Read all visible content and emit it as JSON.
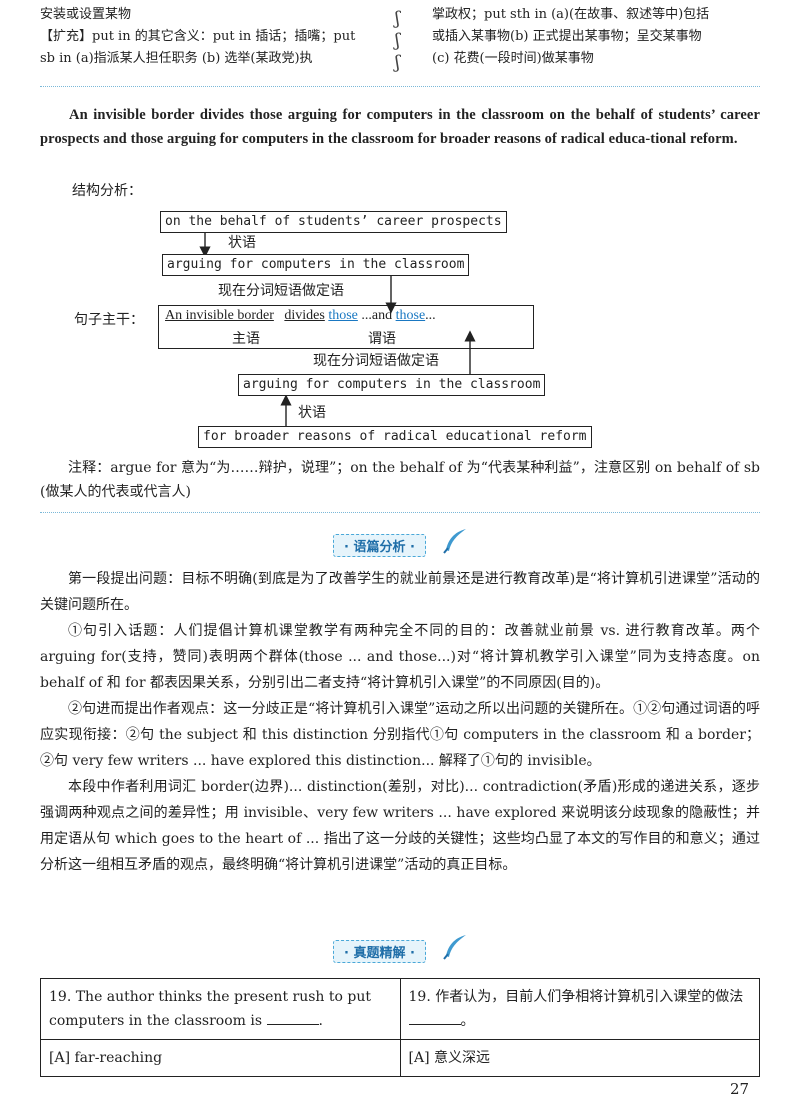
{
  "top": {
    "left_lines": [
      "安装或设置某物",
      "【扩充】put in 的其它含义：put in 插话；插嘴；put",
      "sb in (a)指派某人担任职务 (b) 选举(某政党)执"
    ],
    "right_lines": [
      "掌政权；put sth in (a)(在故事、叙述等中)包括",
      "或插入某事物(b) 正式提出某事物；呈交某事物",
      "(c) 花费(一段时间)做某事物"
    ]
  },
  "sentence": "An invisible border divides those arguing for computers in the classroom on the behalf of students’ career prospects and those arguing for computers in the classroom for broader reasons of radical educa-tional reform.",
  "structure_title": "结构分析：",
  "diagram": {
    "box1": "on the behalf of students’ career prospects",
    "label1": "状语",
    "box2": "arguing for computers in the classroom",
    "label2": "现在分词短语做定语",
    "main_label": "句子主干：",
    "main_subject": "An invisible border",
    "main_verb": "divides",
    "main_those1": "those",
    "main_mid": "...and",
    "main_those2": "those",
    "main_end": "...",
    "subj_label": "主语",
    "pred_label": "谓语",
    "label3": "现在分词短语做定语",
    "box3": "arguing for computers in the classroom",
    "label4": "状语",
    "box4": "for broader reasons of radical educational reform"
  },
  "note": "注释：argue for 意为“为……辩护，说理”；on the behalf of 为“代表某种利益”，注意区别 on behalf of sb (做某人的代表或代言人)",
  "badge1": "· 语篇分析 ·",
  "analysis": [
    "第一段提出问题：目标不明确(到底是为了改善学生的就业前景还是进行教育改革)是“将计算机引进课堂”活动的关键问题所在。",
    "①句引入话题：人们提倡计算机课堂教学有两种完全不同的目的：改善就业前景 vs. 进行教育改革。两个 arguing for(支持，赞同)表明两个群体(those ... and those...)对“将计算机教学引入课堂”同为支持态度。on behalf of 和 for 都表因果关系，分别引出二者支持“将计算机引入课堂”的不同原因(目的)。",
    "②句进而提出作者观点：这一分歧正是“将计算机引入课堂”运动之所以出问题的关键所在。①②句通过词语的呼应实现衔接：②句 the subject 和 this distinction 分别指代①句 computers in the classroom 和 a border；②句 very few writers ... have explored this distinction... 解释了①句的 invisible。",
    "本段中作者利用词汇 border(边界)... distinction(差别，对比)... contradiction(矛盾)形成的递进关系，逐步强调两种观点之间的差异性；用 invisible、very few writers ... have explored 来说明该分歧现象的隐蔽性；并用定语从句 which goes to the heart of ... 指出了这一分歧的关键性；这些均凸显了本文的写作目的和意义；通过分析这一组相互矛盾的观点，最终明确“将计算机引进课堂”活动的真正目标。"
  ],
  "badge2": "· 真题精解 ·",
  "question": {
    "en_stem": "19. The author thinks the present rush to put computers in the classroom is",
    "zh_stem": "19. 作者认为，目前人们争相将计算机引入课堂的做法",
    "en_option": "[A] far-reaching",
    "zh_option": "[A] 意义深远"
  },
  "page_number": "27"
}
